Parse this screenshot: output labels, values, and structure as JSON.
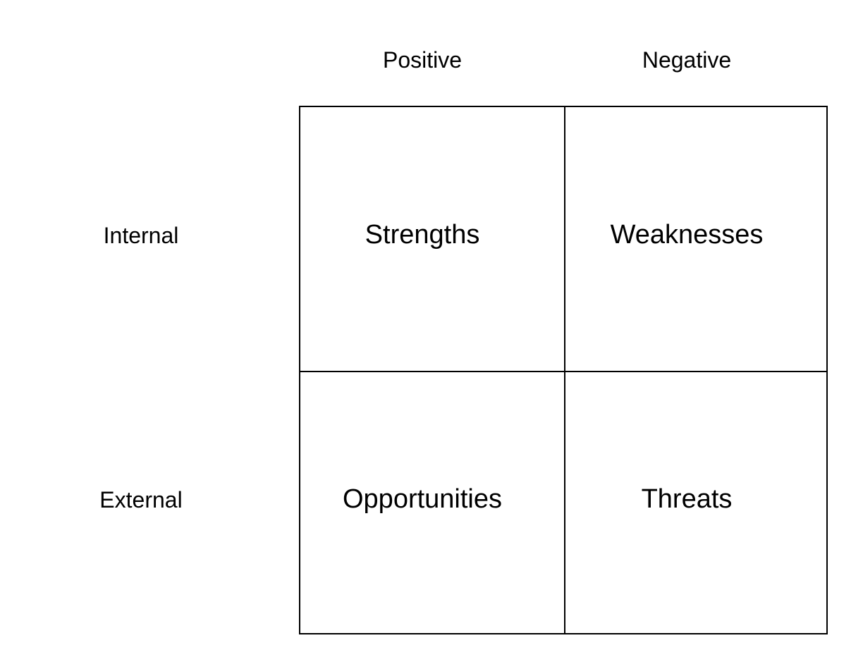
{
  "columns": {
    "positive": "Positive",
    "negative": "Negative"
  },
  "rows": {
    "internal": "Internal",
    "external": "External"
  },
  "quadrants": {
    "strengths": "Strengths",
    "weaknesses": "Weaknesses",
    "opportunities": "Opportunities",
    "threats": "Threats"
  },
  "colors": {
    "line": "#000000",
    "background": "#ffffff"
  }
}
